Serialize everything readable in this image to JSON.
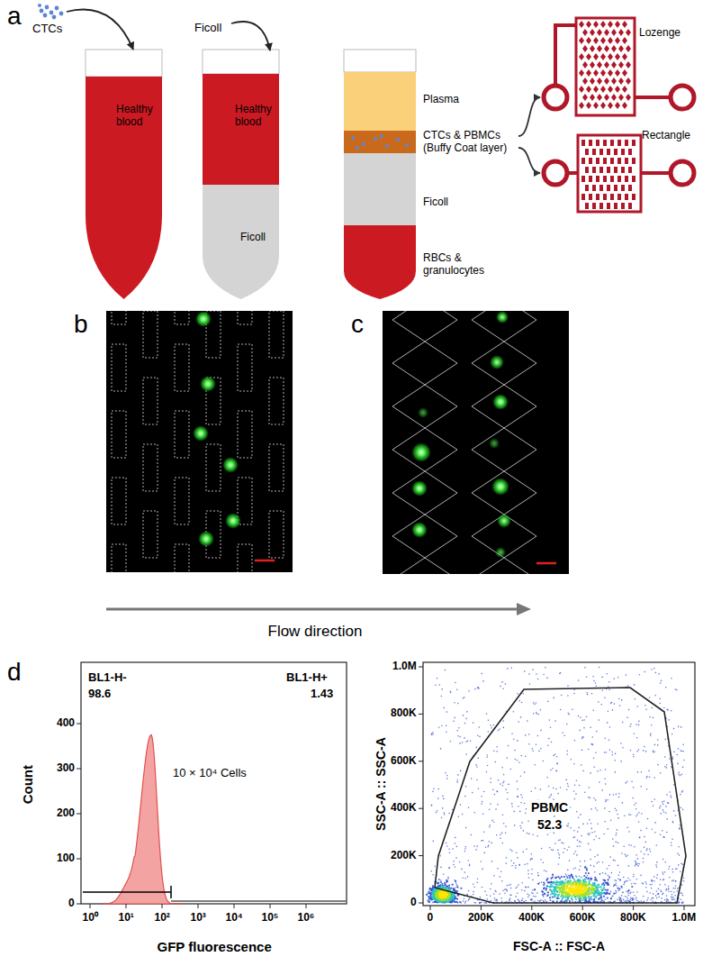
{
  "diagram": {
    "nodes": [
      {
        "text": [
          "Healthy blood"
        ]
      },
      {
        "text": [
          "Healthy blood"
        ]
      },
      {
        "text": [
          "Ficoll"
        ]
      },
      {
        "text": [
          "Plasma"
        ]
      },
      {
        "text": [
          "CTCs & PBMCs (Buffy Coat layer)"
        ]
      },
      {
        "text": [
          "Ficoll"
        ]
      },
      {
        "text": [
          "RBCs & granulocytes"
        ]
      },
      {
        "text": [
          "Lozenge"
        ]
      },
      {
        "text": [
          "Rectangle"
        ]
      },
      {
        "text": [
          "PBMC",
          "52.3"
        ]
      }
    ],
    "edges": [
      {
        "from": 4,
        "to": 7,
        "arrow": "to"
      },
      {
        "from": 4,
        "to": 8,
        "arrow": "to"
      }
    ],
    "labels": [
      "a",
      "CTCs",
      "Ficoll",
      "b",
      "c",
      "Flow direction",
      "d",
      "BL1-H-",
      "98.6",
      "BL1-H+",
      "1.43",
      "10 × 10⁴ Cells",
      "Count",
      "400",
      "300",
      "200",
      "100",
      "0",
      "10⁰",
      "10¹",
      "10²",
      "10³",
      "10⁴",
      "10⁵",
      "10⁶",
      "GFP fluorescence",
      "1.0M",
      "800K",
      "600K",
      "400K",
      "200K",
      "0",
      "SSC-A :: SSC-A",
      "0",
      "200K",
      "400K",
      "600K",
      "800K",
      "1.0M",
      "FSC-A :: FSC-A"
    ]
  }
}
